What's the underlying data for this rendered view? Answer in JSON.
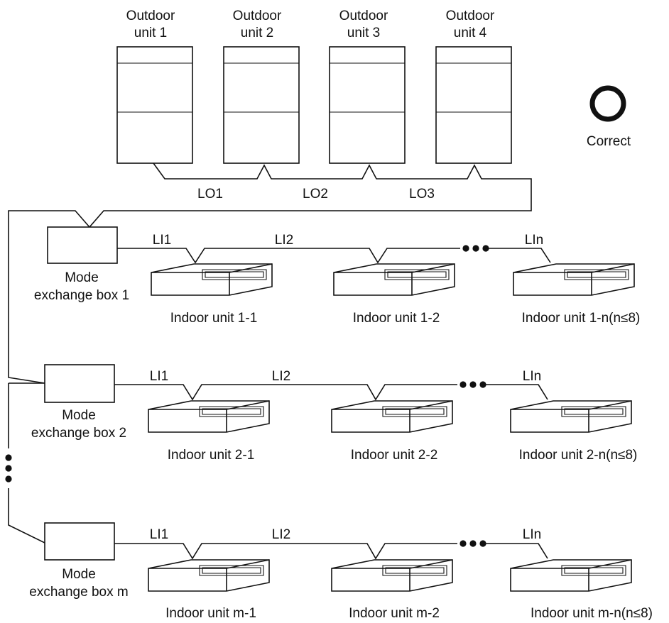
{
  "outdoor_units": [
    {
      "line1": "Outdoor",
      "line2": "unit 1"
    },
    {
      "line1": "Outdoor",
      "line2": "unit 2"
    },
    {
      "line1": "Outdoor",
      "line2": "unit 3"
    },
    {
      "line1": "Outdoor",
      "line2": "unit 4"
    }
  ],
  "outdoor_links": [
    "LO1",
    "LO2",
    "LO3"
  ],
  "status": {
    "symbol": "circle-icon",
    "label": "Correct"
  },
  "mode_boxes": [
    {
      "line1": "Mode",
      "line2": "exchange box 1",
      "links": [
        "LI1",
        "LI2",
        "LIn"
      ],
      "indoor_units": [
        "Indoor unit 1-1",
        "Indoor unit 1-2",
        "Indoor unit 1-n(n≤8)"
      ]
    },
    {
      "line1": "Mode",
      "line2": "exchange box 2",
      "links": [
        "LI1",
        "LI2",
        "LIn"
      ],
      "indoor_units": [
        "Indoor unit 2-1",
        "Indoor unit 2-2",
        "Indoor unit 2-n(n≤8)"
      ]
    },
    {
      "line1": "Mode",
      "line2": "exchange box m",
      "links": [
        "LI1",
        "LI2",
        "LIn"
      ],
      "indoor_units": [
        "Indoor unit m-1",
        "Indoor unit m-2",
        "Indoor unit m-n(n≤8)"
      ]
    }
  ]
}
